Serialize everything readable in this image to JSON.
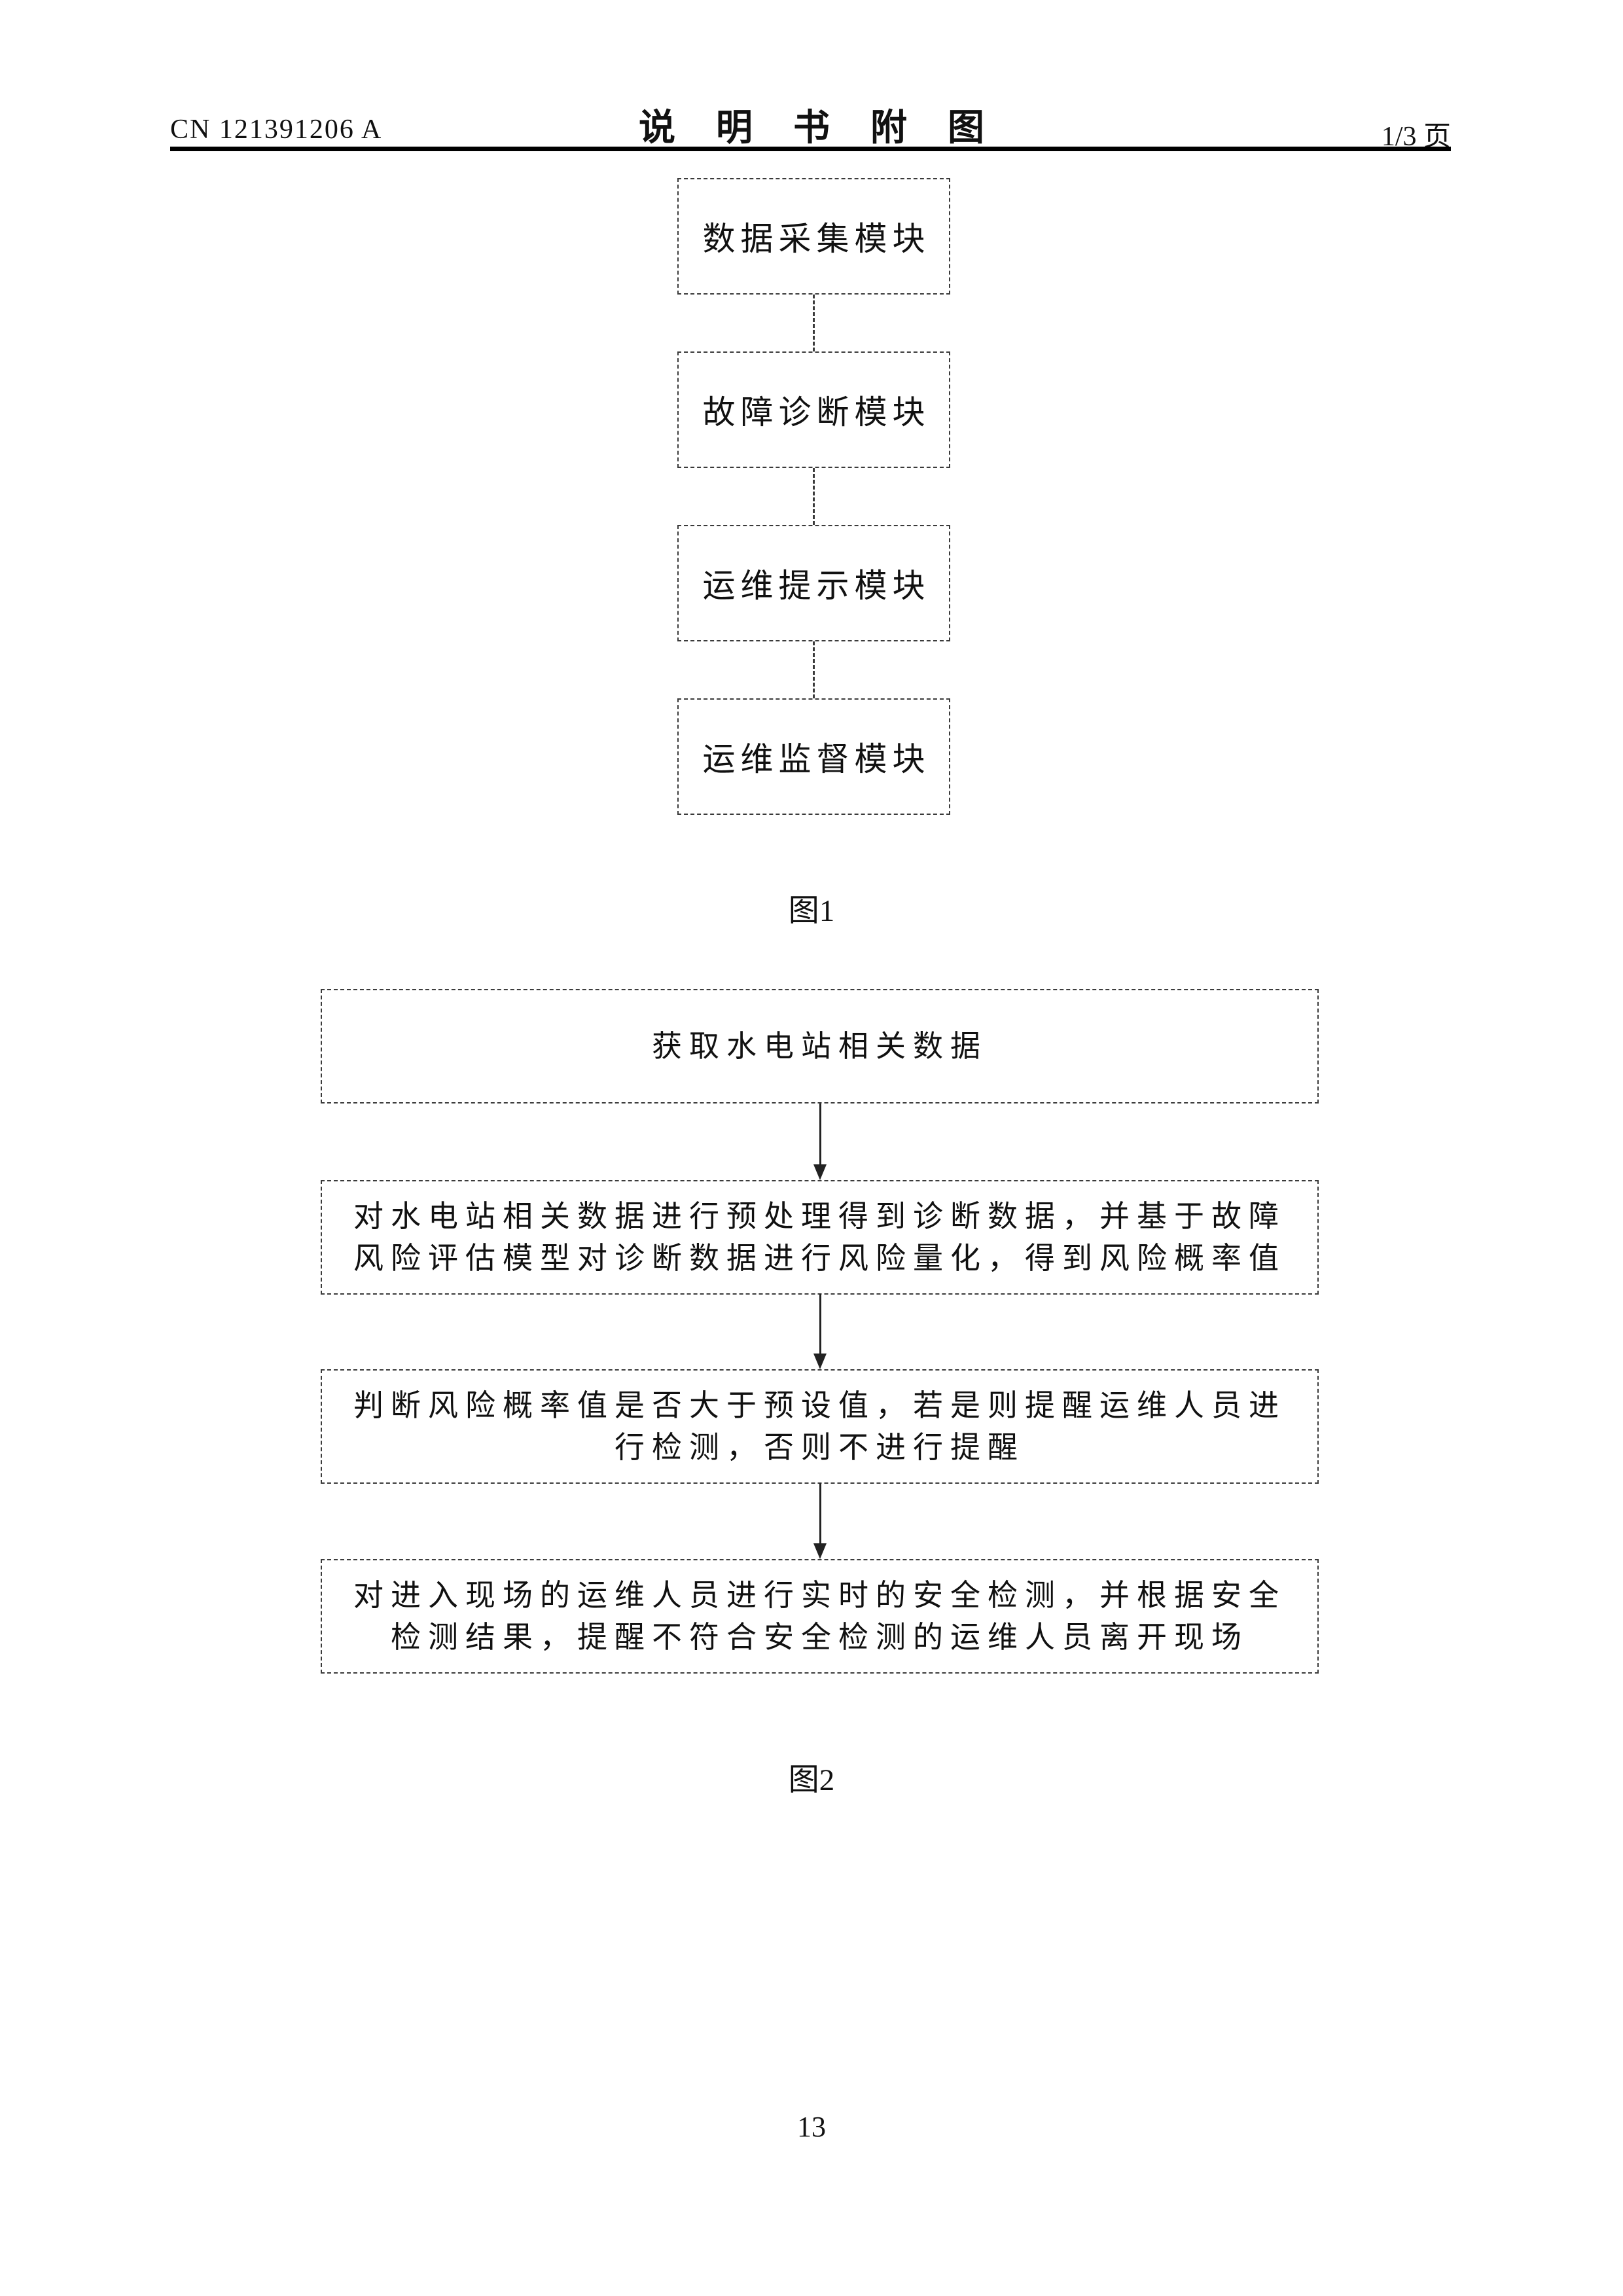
{
  "header": {
    "doc_number": "CN 121391206 A",
    "title": "说明书附图",
    "page_indicator": "1/3 页"
  },
  "figure1": {
    "caption": "图1",
    "modules": [
      "数据采集模块",
      "故障诊断模块",
      "运维提示模块",
      "运维监督模块"
    ]
  },
  "figure2": {
    "caption": "图2",
    "steps": [
      {
        "lines": {
          "0": "获取水电站相关数据"
        }
      },
      {
        "lines": {
          "0": "对水电站相关数据进行预处理得到诊断数据，并基于故障",
          "1": "风险评估模型对诊断数据进行风险量化，得到风险概率值"
        }
      },
      {
        "lines": {
          "0": "判断风险概率值是否大于预设值，若是则提醒运维人员进",
          "1": "行检测，否则不进行提醒"
        }
      },
      {
        "lines": {
          "0": "对进入现场的运维人员进行实时的安全检测，并根据安全",
          "1": "检测结果，提醒不符合安全检测的运维人员离开现场"
        }
      }
    ]
  },
  "footer": {
    "page_number": "13"
  }
}
